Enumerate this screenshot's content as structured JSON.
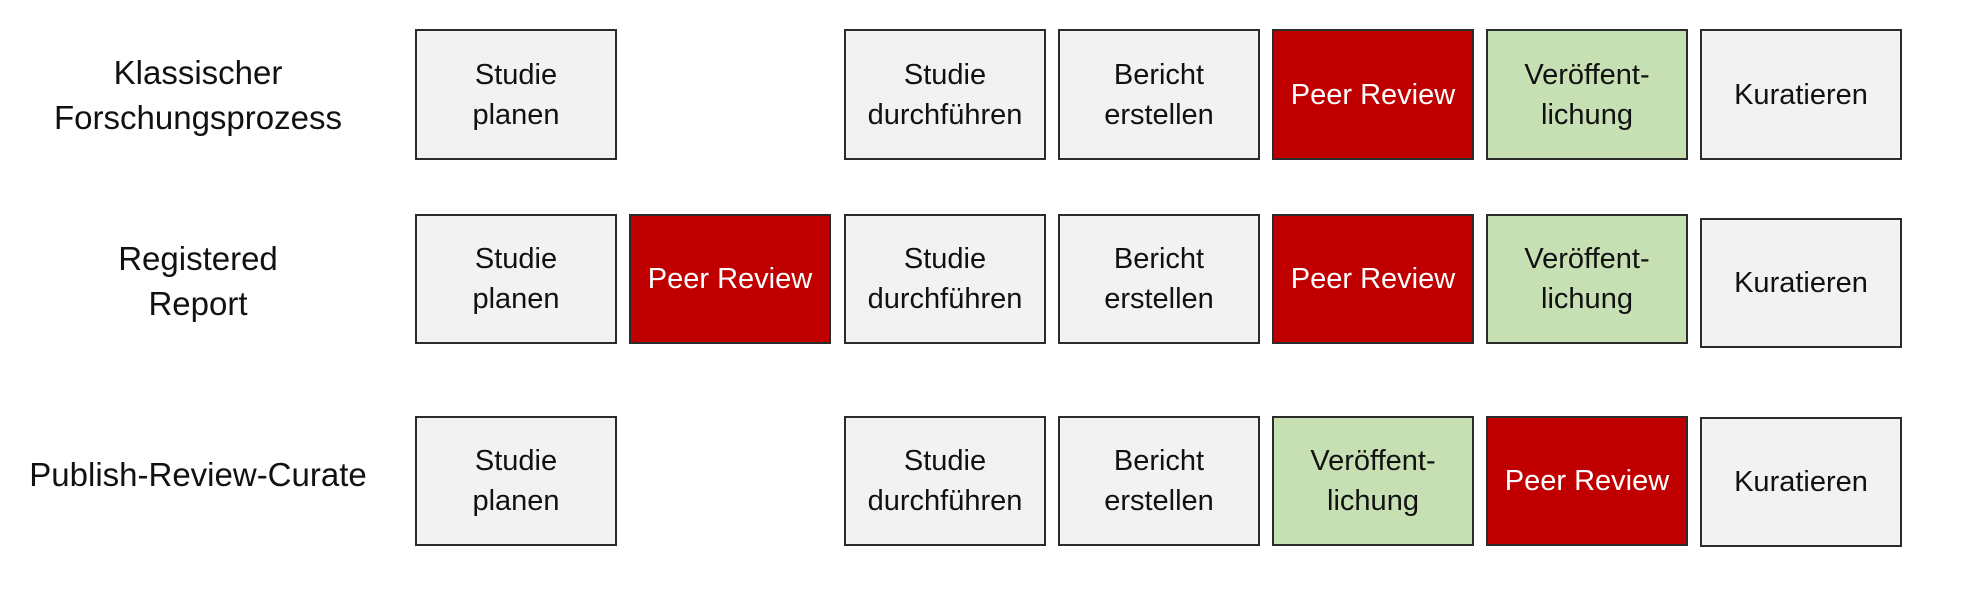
{
  "colors": {
    "step": "#f2f2f2",
    "review": "#c00000",
    "publication": "#c6e0b4",
    "border": "#2b2b2b"
  },
  "rows": [
    {
      "label": "Klassischer\nForschungsprozess",
      "steps": [
        {
          "text": "Studie\nplanen",
          "type": "step"
        },
        {
          "text": "Studie\ndurchführen",
          "type": "step"
        },
        {
          "text": "Bericht\nerstellen",
          "type": "step"
        },
        {
          "text": "Peer Review",
          "type": "review"
        },
        {
          "text": "Veröffent-\nlichung",
          "type": "publication"
        },
        {
          "text": "Kuratieren",
          "type": "step"
        }
      ]
    },
    {
      "label": "Registered\nReport",
      "steps": [
        {
          "text": "Studie\nplanen",
          "type": "step"
        },
        {
          "text": "Peer Review",
          "type": "review"
        },
        {
          "text": "Studie\ndurchführen",
          "type": "step"
        },
        {
          "text": "Bericht\nerstellen",
          "type": "step"
        },
        {
          "text": "Peer Review",
          "type": "review"
        },
        {
          "text": "Veröffent-\nlichung",
          "type": "publication"
        },
        {
          "text": "Kuratieren",
          "type": "step"
        }
      ]
    },
    {
      "label": "Publish-Review-Curate",
      "steps": [
        {
          "text": "Studie\nplanen",
          "type": "step"
        },
        {
          "text": "Studie\ndurchführen",
          "type": "step"
        },
        {
          "text": "Bericht\nerstellen",
          "type": "step"
        },
        {
          "text": "Veröffent-\nlichung",
          "type": "publication"
        },
        {
          "text": "Peer Review",
          "type": "review"
        },
        {
          "text": "Kuratieren",
          "type": "step"
        }
      ]
    }
  ]
}
